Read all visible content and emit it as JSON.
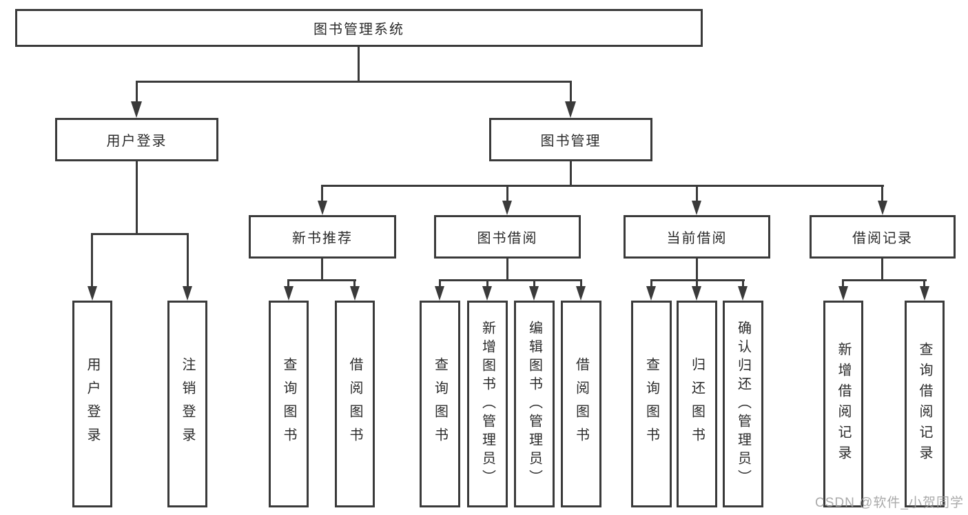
{
  "tree": {
    "root": {
      "label": "图书管理系统"
    },
    "modules": [
      {
        "label": "用户登录",
        "children": [
          {
            "label": "用户登录"
          },
          {
            "label": "注销登录"
          }
        ]
      },
      {
        "label": "图书管理",
        "sections": [
          {
            "label": "新书推荐",
            "children": [
              {
                "label": "查询图书"
              },
              {
                "label": "借阅图书"
              }
            ]
          },
          {
            "label": "图书借阅",
            "children": [
              {
                "label": "查询图书"
              },
              {
                "label": "新增图书（管理员）"
              },
              {
                "label": "编辑图书（管理员）"
              },
              {
                "label": "借阅图书"
              }
            ]
          },
          {
            "label": "当前借阅",
            "children": [
              {
                "label": "查询图书"
              },
              {
                "label": "归还图书"
              },
              {
                "label": "确认归还（管理员）"
              }
            ]
          },
          {
            "label": "借阅记录",
            "children": [
              {
                "label": "新增借阅记录"
              },
              {
                "label": "查询借阅记录"
              }
            ]
          }
        ]
      }
    ]
  },
  "watermark": {
    "text": "CSDN @软件_小贺同学"
  },
  "colors": {
    "line": "#3a3a3a",
    "text": "#2b2b2b",
    "box_fill": "#ffffff",
    "background": "#ffffff",
    "watermark": "#9e9e9e"
  }
}
